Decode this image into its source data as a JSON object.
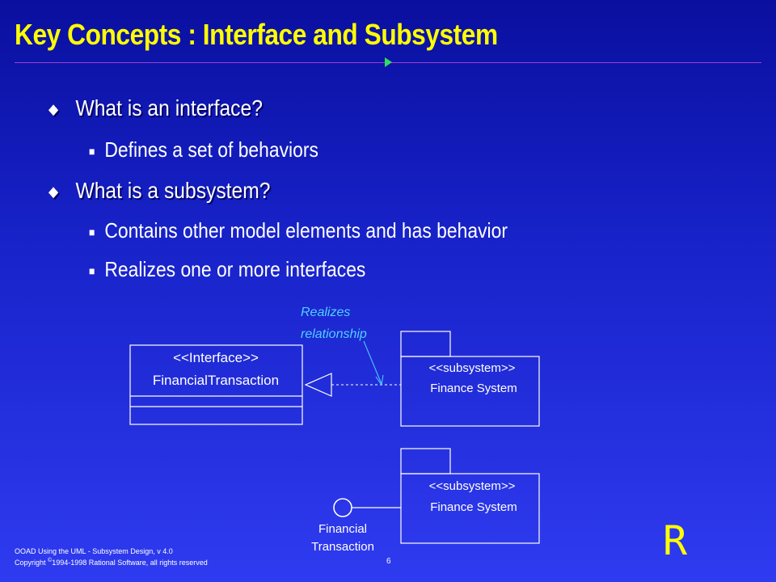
{
  "slide": {
    "title": "Key Concepts : Interface and Subsystem",
    "bullets": [
      {
        "text": "What is an interface?",
        "sub": [
          "Defines a set of behaviors"
        ]
      },
      {
        "text": "What is a subsystem?",
        "sub": [
          "Contains other model elements and has behavior",
          "Realizes one or more interfaces"
        ]
      }
    ]
  },
  "diagram": {
    "interface_stereotype": "<<Interface>>",
    "interface_name": "FinancialTransaction",
    "realizes_label_line1": "Realizes",
    "realizes_label_line2": "relationship",
    "subsystem1_stereotype": "<<subsystem>>",
    "subsystem1_name": "Finance System",
    "subsystem2_stereotype": "<<subsystem>>",
    "subsystem2_name": "Finance System",
    "lollipop_label_line1": "Financial",
    "lollipop_label_line2": "Transaction"
  },
  "footer": {
    "line1": "OOAD Using the UML - Subsystem Design, v 4.0",
    "line2_prefix": "Copyright ",
    "line2_c": "©",
    "line2_rest": "1994-1998 Rational Software, all rights reserved",
    "page": "6",
    "logo": "R"
  },
  "colors": {
    "title": "#ffff00",
    "accent_cyan": "#4fd0ff",
    "rule": "#9a3fd0",
    "arrow": "#2fe05a"
  }
}
